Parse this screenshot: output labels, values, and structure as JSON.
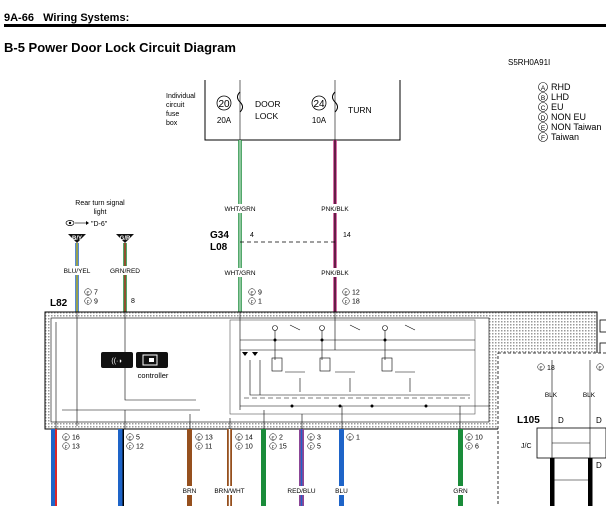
{
  "header": {
    "page": "9A-66",
    "section": "Wiring Systems:"
  },
  "title": "B-5 Power Door Lock Circuit Diagram",
  "diagram_code": "S5RH0A91I",
  "legend": [
    {
      "sym": "A",
      "text": "RHD"
    },
    {
      "sym": "B",
      "text": "LHD"
    },
    {
      "sym": "C",
      "text": "EU"
    },
    {
      "sym": "D",
      "text": "NON EU"
    },
    {
      "sym": "E",
      "text": "NON Taiwan"
    },
    {
      "sym": "F",
      "text": "Taiwan"
    }
  ],
  "fuse_box": {
    "label_lines": [
      "Individual",
      "circuit",
      "fuse",
      "box"
    ]
  },
  "fuses": [
    {
      "num": "20",
      "amp": "20A",
      "name_lines": [
        "DOOR",
        "LOCK"
      ]
    },
    {
      "num": "24",
      "amp": "10A",
      "name_lines": [
        "TURN"
      ]
    }
  ],
  "rear_light": {
    "label_lines": [
      "Rear turn signal",
      "light"
    ],
    "ref": "\"D-6\""
  },
  "connectors": {
    "g34": "G34",
    "l08": "L08",
    "l82": "L82",
    "l105": "L105",
    "jc": "J/C"
  },
  "pins": {
    "g34_door": "4",
    "g34_turn": "14",
    "l82_pin": "8"
  },
  "wires": {
    "wht_grn": "WHT/GRN",
    "pnk_blk": "PNK/BLK",
    "by": "B/Y",
    "gr": "G/R",
    "blu_yel": "BLU/YEL",
    "grn_red": "GRN/RED",
    "blk": "BLK",
    "brn": "BRN",
    "brn_wht": "BRN/WHT",
    "red_blu": "RED/BLU",
    "blu": "BLU",
    "grn": "GRN",
    "d": "D"
  },
  "pin_labels": {
    "l82_e": "7",
    "l82_f": "9",
    "door_e": "9",
    "door_f": "1",
    "turn_e": "12",
    "turn_f": "18",
    "b1_e": "16",
    "b1_f": "13",
    "b2_e": "5",
    "b2_f": "12",
    "b3_e": "13",
    "b3_f": "11",
    "b4_e": "14",
    "b4_f": "10",
    "b5_e": "2",
    "b5_f": "15",
    "b6_e": "3",
    "b6_f": "5",
    "b7_e": "1",
    "b8_e": "10",
    "b8_f": "6",
    "r1_e": "18"
  },
  "controller": {
    "label": "controller"
  },
  "colors": {
    "green": "#1a8c3a",
    "pink": "#c83c8c",
    "blue": "#1e64c8",
    "brown": "#96501e",
    "yellow": "#e6c800",
    "red": "#dc2828",
    "purple": "#8c4696"
  }
}
